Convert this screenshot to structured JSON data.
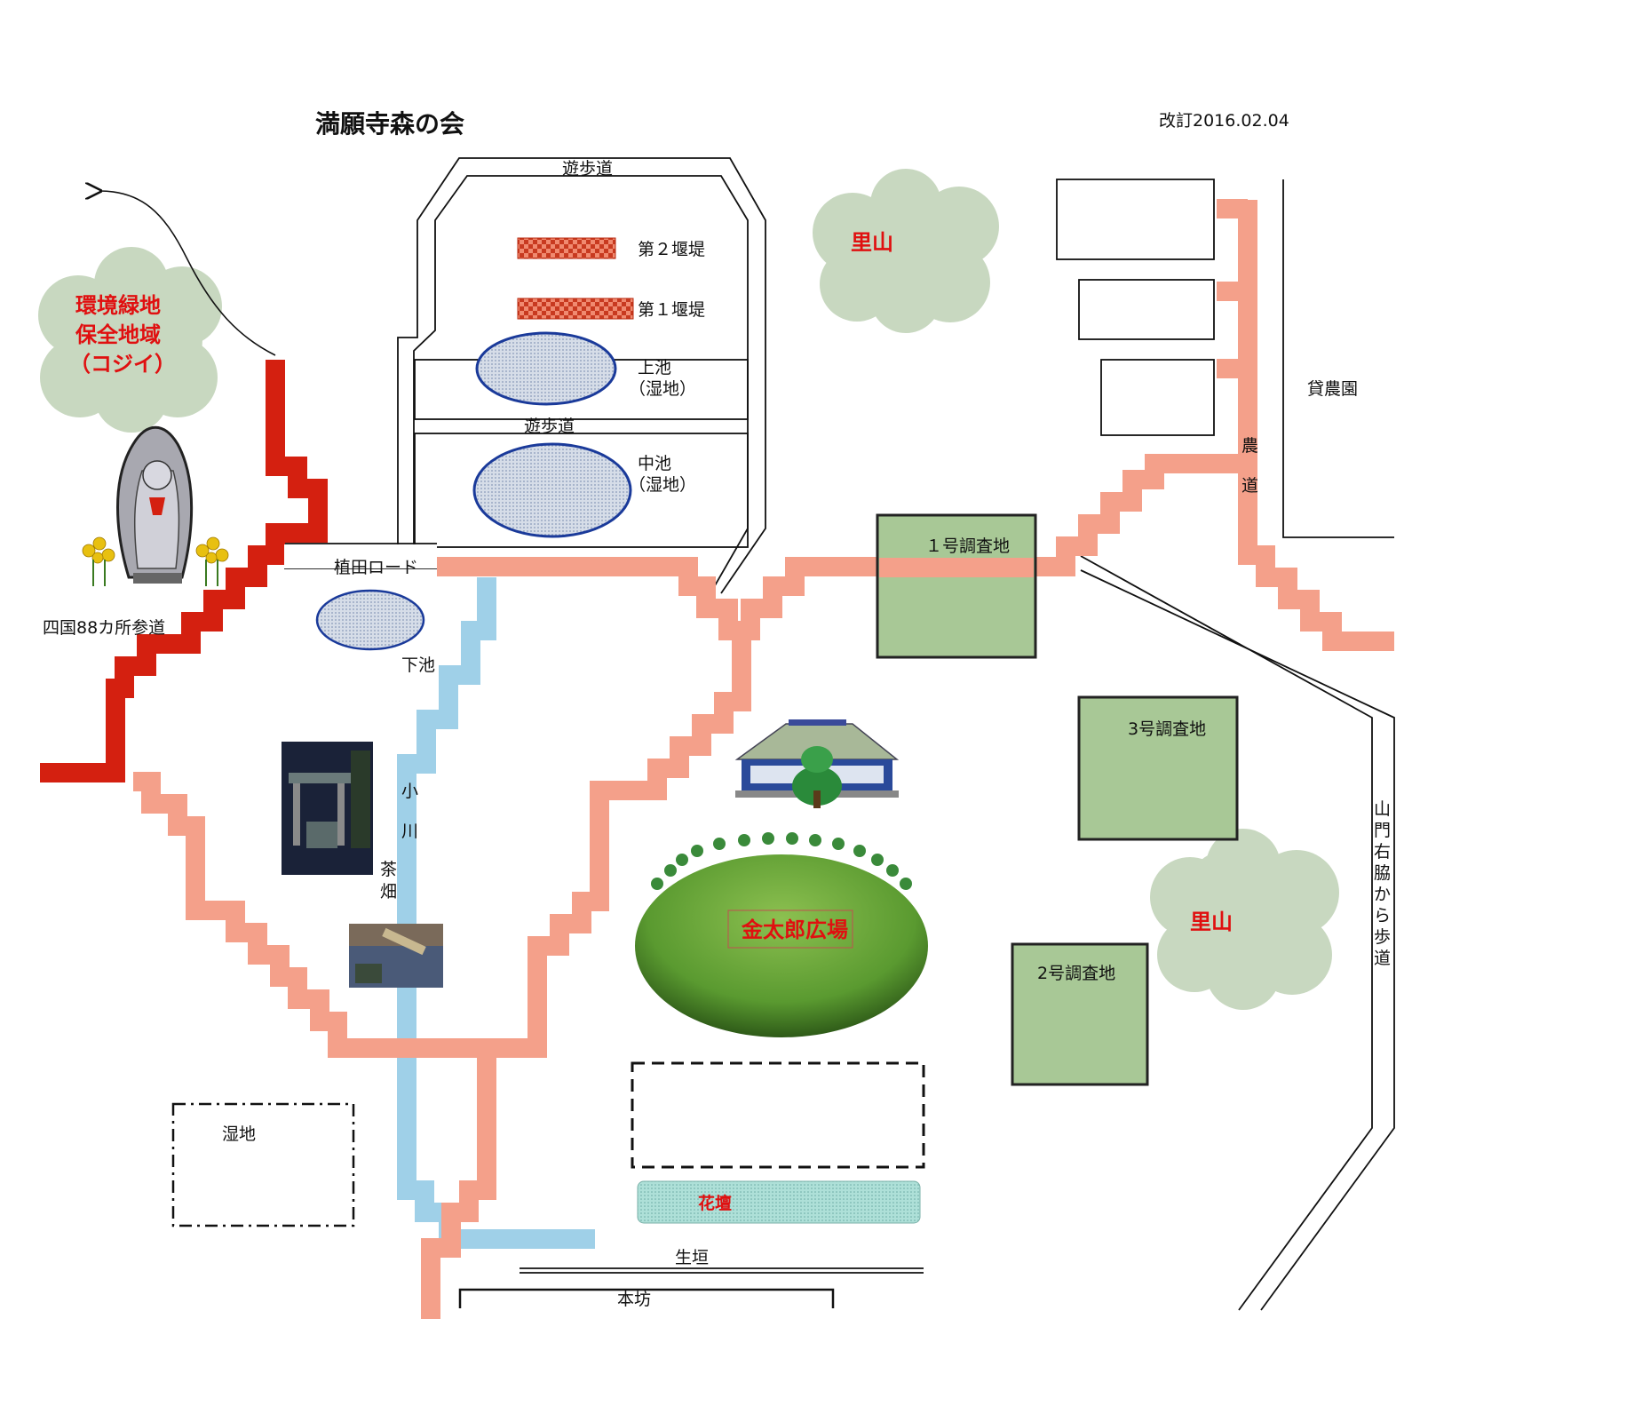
{
  "title": "満願寺森の会",
  "revision": "改訂2016.02.04",
  "labels": {
    "walkway_top": "遊歩道",
    "walkway_mid": "遊歩道",
    "weir2": "第２堰堤",
    "weir1": "第１堰堤",
    "upper_pond_1": "上池",
    "upper_pond_2": "（湿地）",
    "middle_pond_1": "中池",
    "middle_pond_2": "（湿地）",
    "lower_pond": "下池",
    "ueda_road": "植田ロード",
    "henro": "四国88カ所参道",
    "conservation_1": "環境緑地",
    "conservation_2": "保全地域",
    "conservation_3": "（コジイ）",
    "satoyama_top": "里山",
    "satoyama_right": "里山",
    "allotment": "貸農園",
    "farm_road_1": "農",
    "farm_road_2": "道",
    "survey1": "１号調査地",
    "survey2": "2号調査地",
    "survey3": "3号調査地",
    "stream_1": "小",
    "stream_2": "川",
    "tea_1": "茶",
    "tea_2": "畑",
    "plaza": "金太郎広場",
    "wetland": "湿地",
    "flowerbed": "花壇",
    "hedge": "生垣",
    "main_hall": "本坊",
    "sanmon_path": [
      "山",
      "門",
      "右",
      "脇",
      "か",
      "ら",
      "歩",
      "道"
    ]
  },
  "colors": {
    "trail": "#f4a08a",
    "henro_path": "#d42010",
    "stream": "#9fd0e8",
    "survey_fill": "#a8c896",
    "satoyama_fill": "#c8d8c0",
    "pond_fill": "#c8d4e4",
    "pond_stroke": "#1a3a9a",
    "weir_fill": "#e05a40",
    "flowerbed_fill": "#a8dcd4",
    "label_red": "#e01010"
  }
}
